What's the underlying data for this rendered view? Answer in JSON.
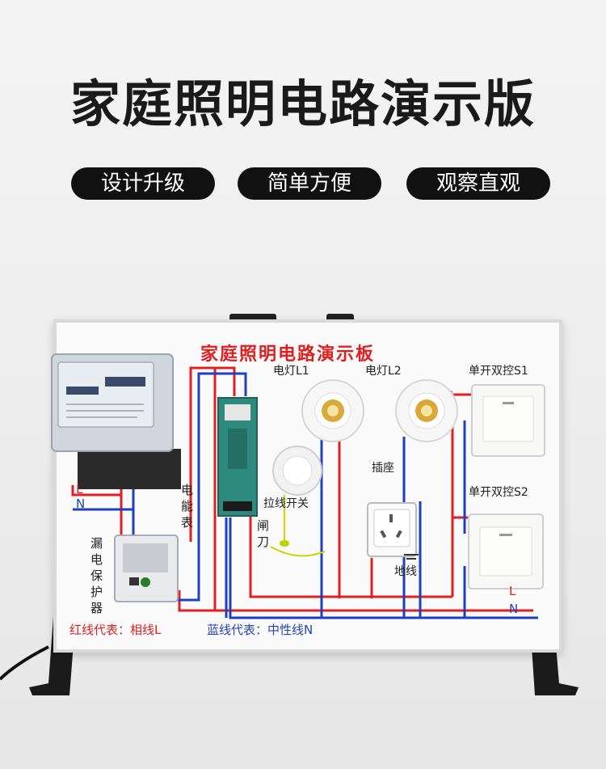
{
  "title": "家庭照明电路演示版",
  "tags": [
    "设计升级",
    "简单方便",
    "观察直观"
  ],
  "board": {
    "title": "家庭照明电路演示板",
    "lamp1": "电灯L1",
    "lamp2": "电灯L2",
    "switch1": "单开双控S1",
    "switch2": "单开双控S2",
    "pull_switch": "拉线开关",
    "socket": "插座",
    "ground": "地线",
    "meter": "电能表",
    "breaker": "漏电保护器",
    "knife_switch": "闸刀",
    "label_L": "L",
    "label_N": "N",
    "legend_red": "红线代表：相线L",
    "legend_blue": "蓝线代表：中性线N"
  },
  "colors": {
    "live": "#e02020",
    "neutral": "#1f3fbf",
    "panel": "#fafafa",
    "pill": "#111111"
  }
}
